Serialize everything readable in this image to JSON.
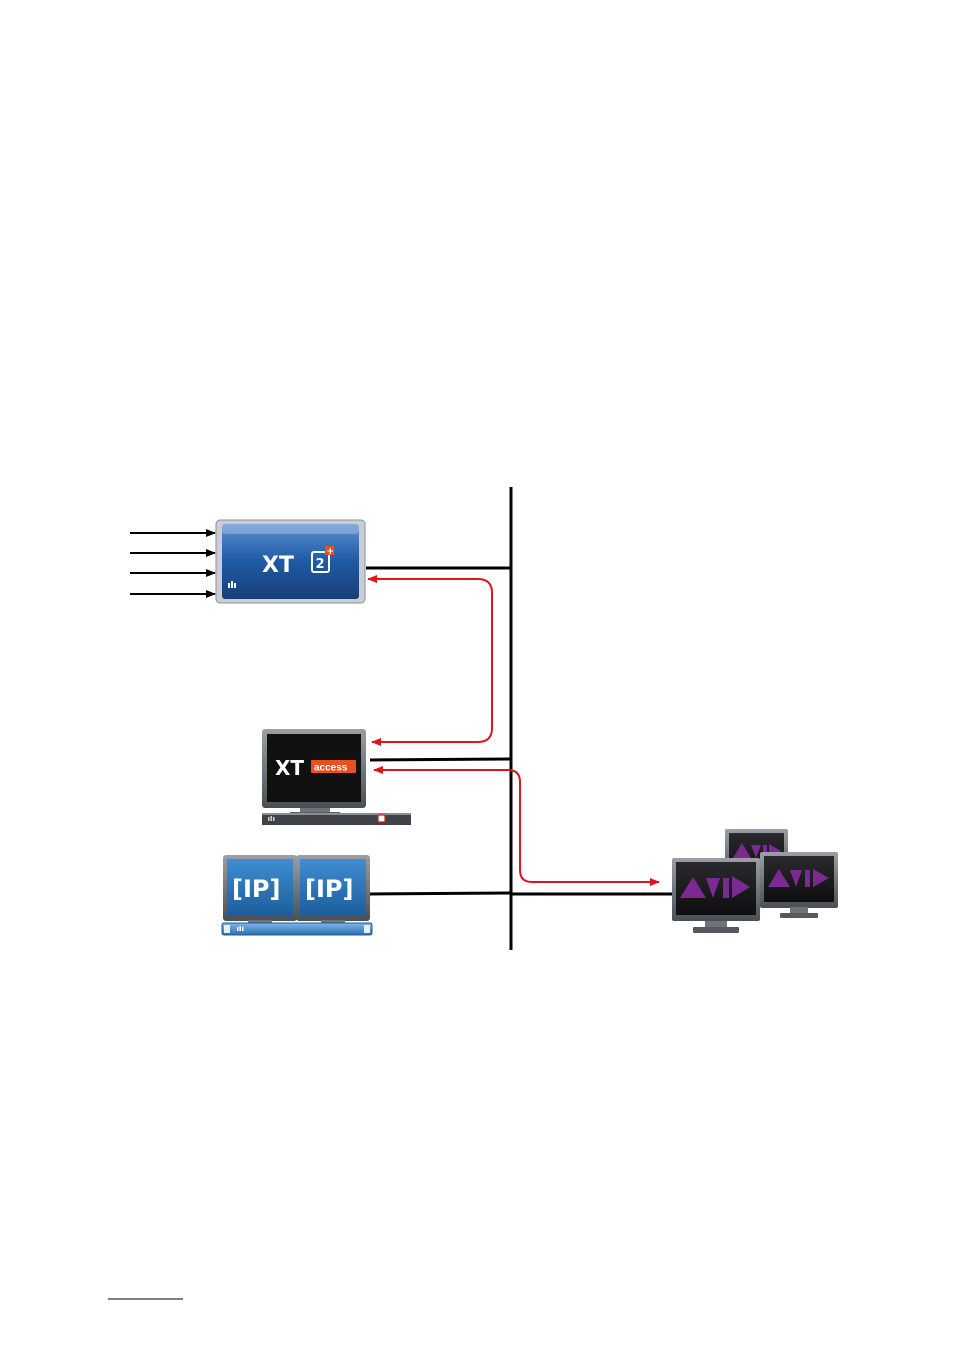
{
  "xt2": {
    "logo_text": "XT",
    "logo_sub": "2",
    "logo_plus": "+"
  },
  "xtaccess": {
    "logo_text": "XT",
    "badge_text": "access"
  },
  "ipdirector": {
    "left_screen_text": "[IP]",
    "right_screen_text": "[IP]"
  },
  "colors": {
    "network_line": "#000000",
    "transfer_arrow": "#e0141b",
    "xt2_blue": "#1d4f95",
    "xtaccess_orange": "#e8501e",
    "avid_purple": "#7b2a91",
    "ip_blue": "#2b79be"
  },
  "icons": {
    "xt2_server": "xt2-server-icon",
    "xtaccess_workstation": "xtaccess-workstation-icon",
    "ipdirector_workstation": "ipdirector-workstation-icon",
    "avid_workstations": "avid-workstation-icon"
  }
}
